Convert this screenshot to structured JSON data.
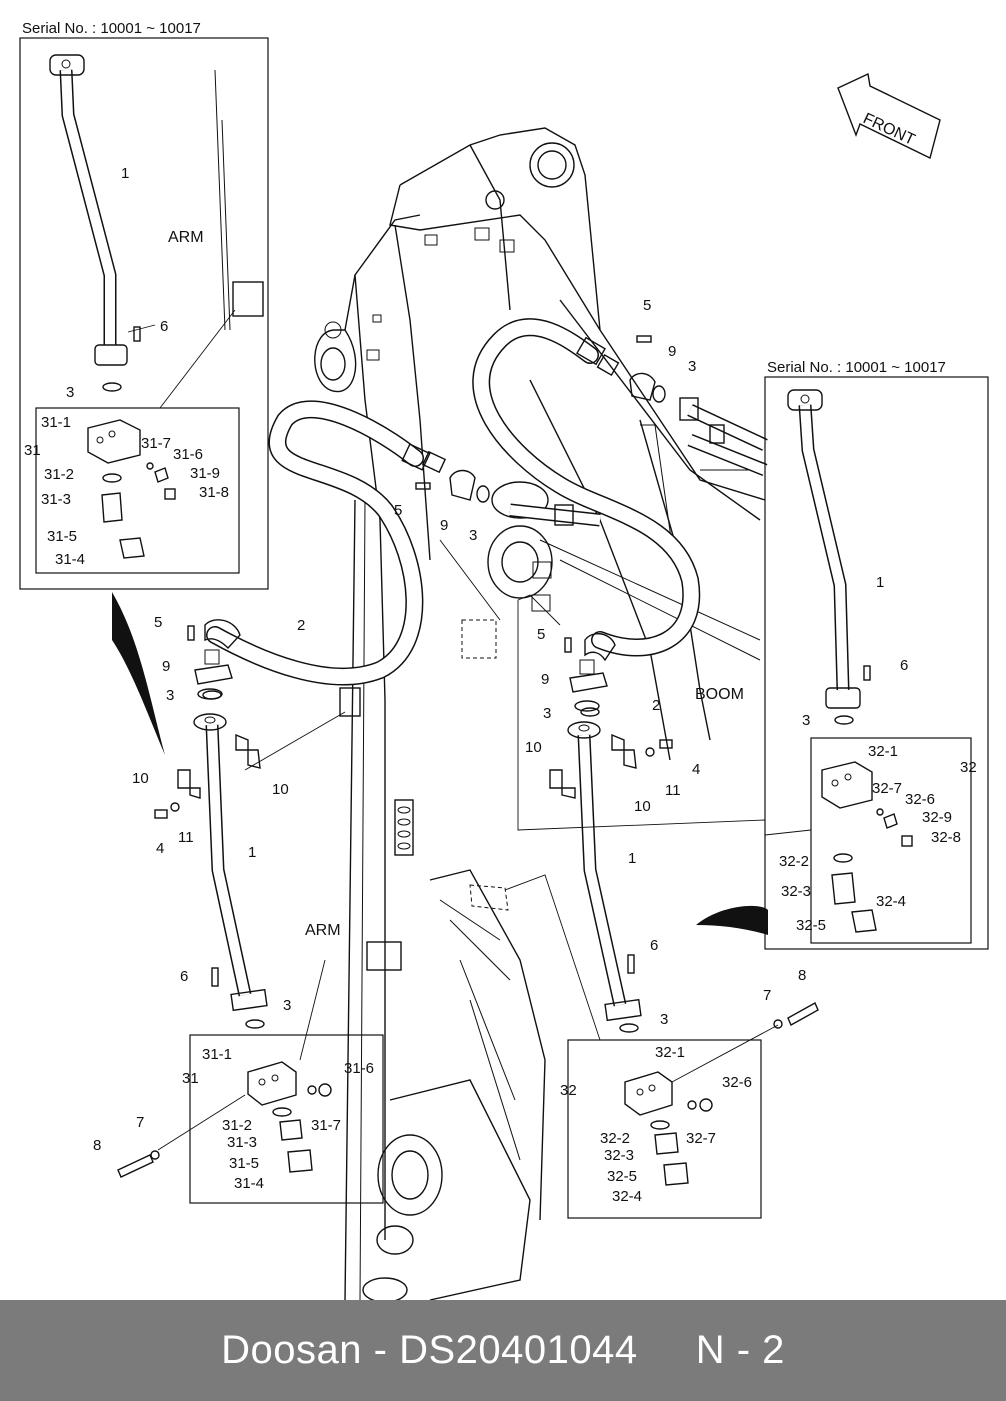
{
  "serial_left": "Serial No. : 10001 ~ 10017",
  "serial_right": "Serial No. : 10001 ~ 10017",
  "front_label": "FRONT",
  "arm_label": "ARM",
  "boom_label": "BOOM",
  "part_numbers": {
    "p1": "1",
    "p2": "2",
    "p3": "3",
    "p4": "4",
    "p5": "5",
    "p6": "6",
    "p7": "7",
    "p8": "8",
    "p9": "9",
    "p10": "10",
    "p11": "11",
    "p31": "31",
    "p31_1": "31-1",
    "p31_2": "31-2",
    "p31_3": "31-3",
    "p31_4": "31-4",
    "p31_5": "31-5",
    "p31_6": "31-6",
    "p31_7": "31-7",
    "p31_8": "31-8",
    "p31_9": "31-9",
    "p32": "32",
    "p32_1": "32-1",
    "p32_2": "32-2",
    "p32_3": "32-3",
    "p32_4": "32-4",
    "p32_5": "32-5",
    "p32_6": "32-6",
    "p32_7": "32-7",
    "p32_8": "32-8",
    "p32_9": "32-9"
  },
  "footer": {
    "brand": "Doosan",
    "separator": "-",
    "part_number": "DS20401044",
    "page": "N - 2"
  }
}
